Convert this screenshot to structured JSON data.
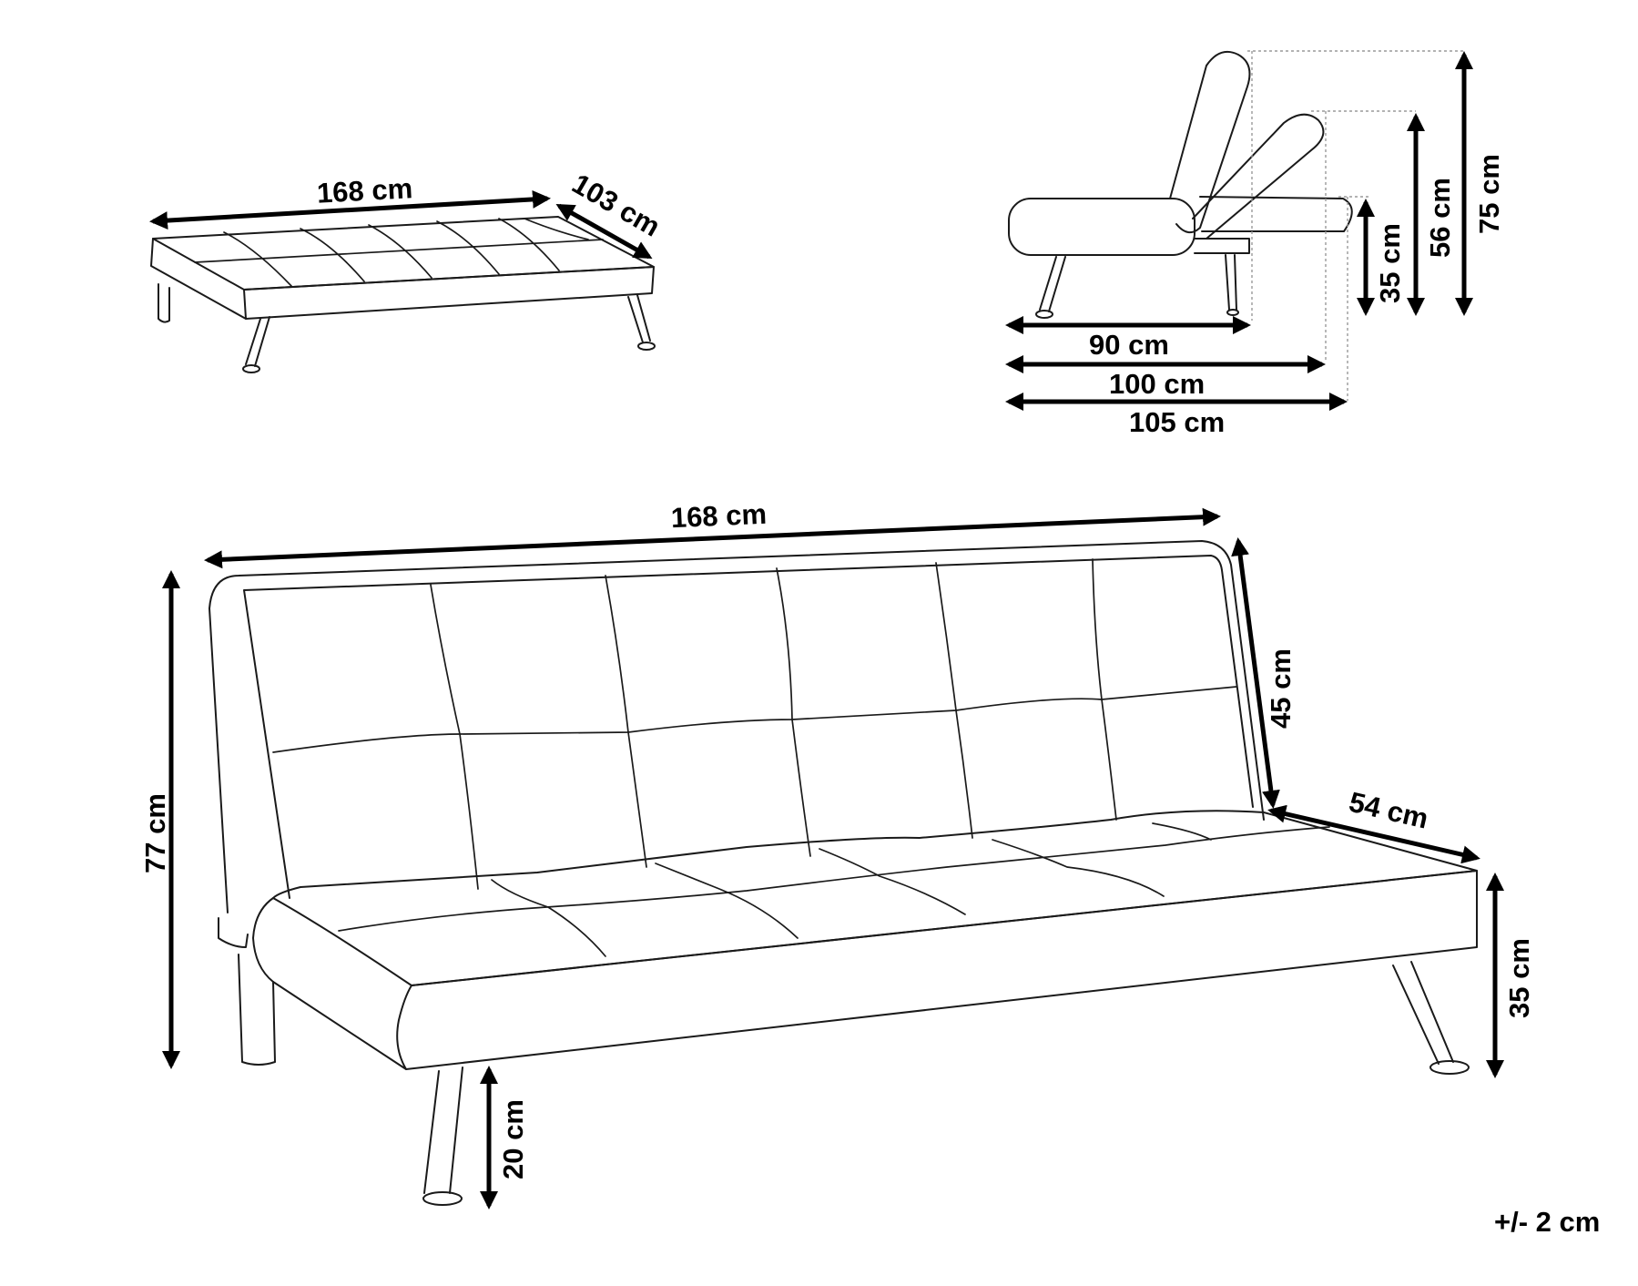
{
  "top_view": {
    "width_label": "168 cm",
    "depth_label": "103 cm"
  },
  "side_view": {
    "seat_depth_label": "90 cm",
    "mid_depth_label": "100 cm",
    "full_depth_label": "105 cm",
    "low_height_label": "35 cm",
    "mid_height_label": "56 cm",
    "full_height_label": "75 cm"
  },
  "front_view": {
    "width_label": "168 cm",
    "total_height_label": "77 cm",
    "backrest_height_label": "45 cm",
    "seat_depth_label": "54 cm",
    "seat_height_label": "35 cm",
    "leg_height_label": "20 cm"
  },
  "tolerance_label": "+/- 2 cm",
  "colors": {
    "line": "#1a1a1a",
    "dimension": "#000000",
    "guide": "#9a9a9a",
    "background": "#ffffff"
  }
}
